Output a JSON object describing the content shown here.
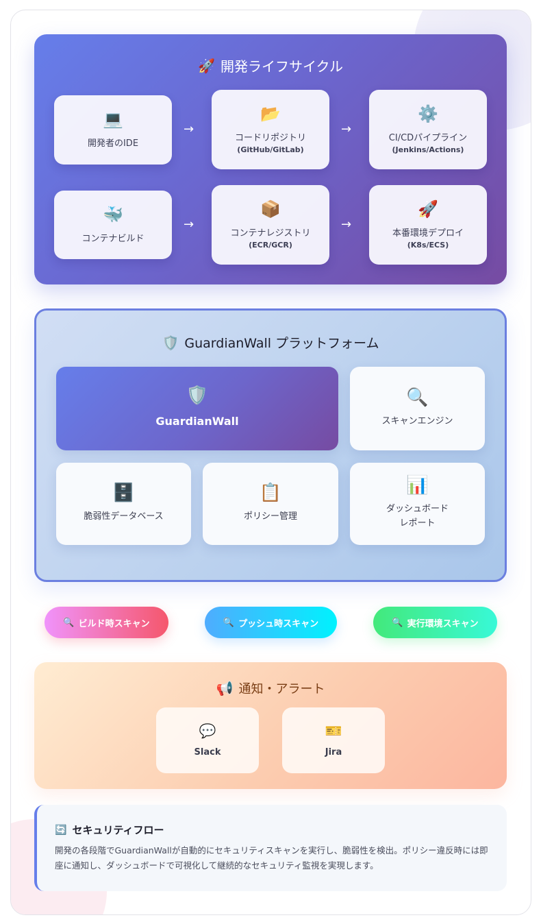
{
  "lifecycle": {
    "title": "開発ライフサイクル",
    "title_icon": "🚀",
    "arrow": "→",
    "steps": [
      {
        "icon": "💻",
        "icon_name": "laptop-icon",
        "label": "開発者のIDE",
        "sub": ""
      },
      {
        "icon": "📂",
        "icon_name": "folder-icon",
        "label": "コードリポジトリ",
        "sub": "(GitHub/GitLab)"
      },
      {
        "icon": "⚙️",
        "icon_name": "gear-icon",
        "label": "CI/CDパイプライン",
        "sub": "(Jenkins/Actions)"
      },
      {
        "icon": "🐳",
        "icon_name": "whale-icon",
        "label": "コンテナビルド",
        "sub": ""
      },
      {
        "icon": "📦",
        "icon_name": "package-icon",
        "label": "コンテナレジストリ",
        "sub": "(ECR/GCR)"
      },
      {
        "icon": "🚀",
        "icon_name": "rocket-icon",
        "label": "本番環境デプロイ",
        "sub": "(K8s/ECS)"
      }
    ]
  },
  "platform": {
    "title": "GuardianWall プラットフォーム",
    "title_icon": "🛡️",
    "components": [
      {
        "icon": "🛡️",
        "label": "GuardianWall"
      },
      {
        "icon": "🔍",
        "label": "スキャンエンジン"
      },
      {
        "icon": "🗄️",
        "label": "脆弱性データベース"
      },
      {
        "icon": "📋",
        "label": "ポリシー管理"
      },
      {
        "icon": "📊",
        "label_line1": "ダッシュボード",
        "label_line2": "レポート"
      }
    ]
  },
  "scans": [
    {
      "icon": "🔍",
      "label": "ビルド時スキャン",
      "color_from": "#f093fb",
      "color_to": "#f5576c"
    },
    {
      "icon": "🔍",
      "label": "プッシュ時スキャン",
      "color_from": "#4facfe",
      "color_to": "#00f2fe"
    },
    {
      "icon": "🔍",
      "label": "実行環境スキャン",
      "color_from": "#43e97b",
      "color_to": "#38f9d7"
    }
  ],
  "notifications": {
    "title": "通知・アラート",
    "title_icon": "📢",
    "channels": [
      {
        "icon": "💬",
        "label": "Slack"
      },
      {
        "icon": "🎫",
        "label": "Jira"
      }
    ]
  },
  "security_flow": {
    "title": "セキュリティフロー",
    "title_icon": "🔄",
    "description": "開発の各段階でGuardianWallが自動的にセキュリティスキャンを実行し、脆弱性を検出。ポリシー違反時には即座に通知し、ダッシュボードで可視化して継続的なセキュリティ監視を実現します。"
  },
  "colors": {
    "lifecycle_gradient": [
      "#667eea",
      "#764ba2"
    ],
    "platform_border": "#6b7fe0",
    "notify_gradient": [
      "#ffecd2",
      "#fcb69f"
    ],
    "flow_accent": "#667eea"
  }
}
